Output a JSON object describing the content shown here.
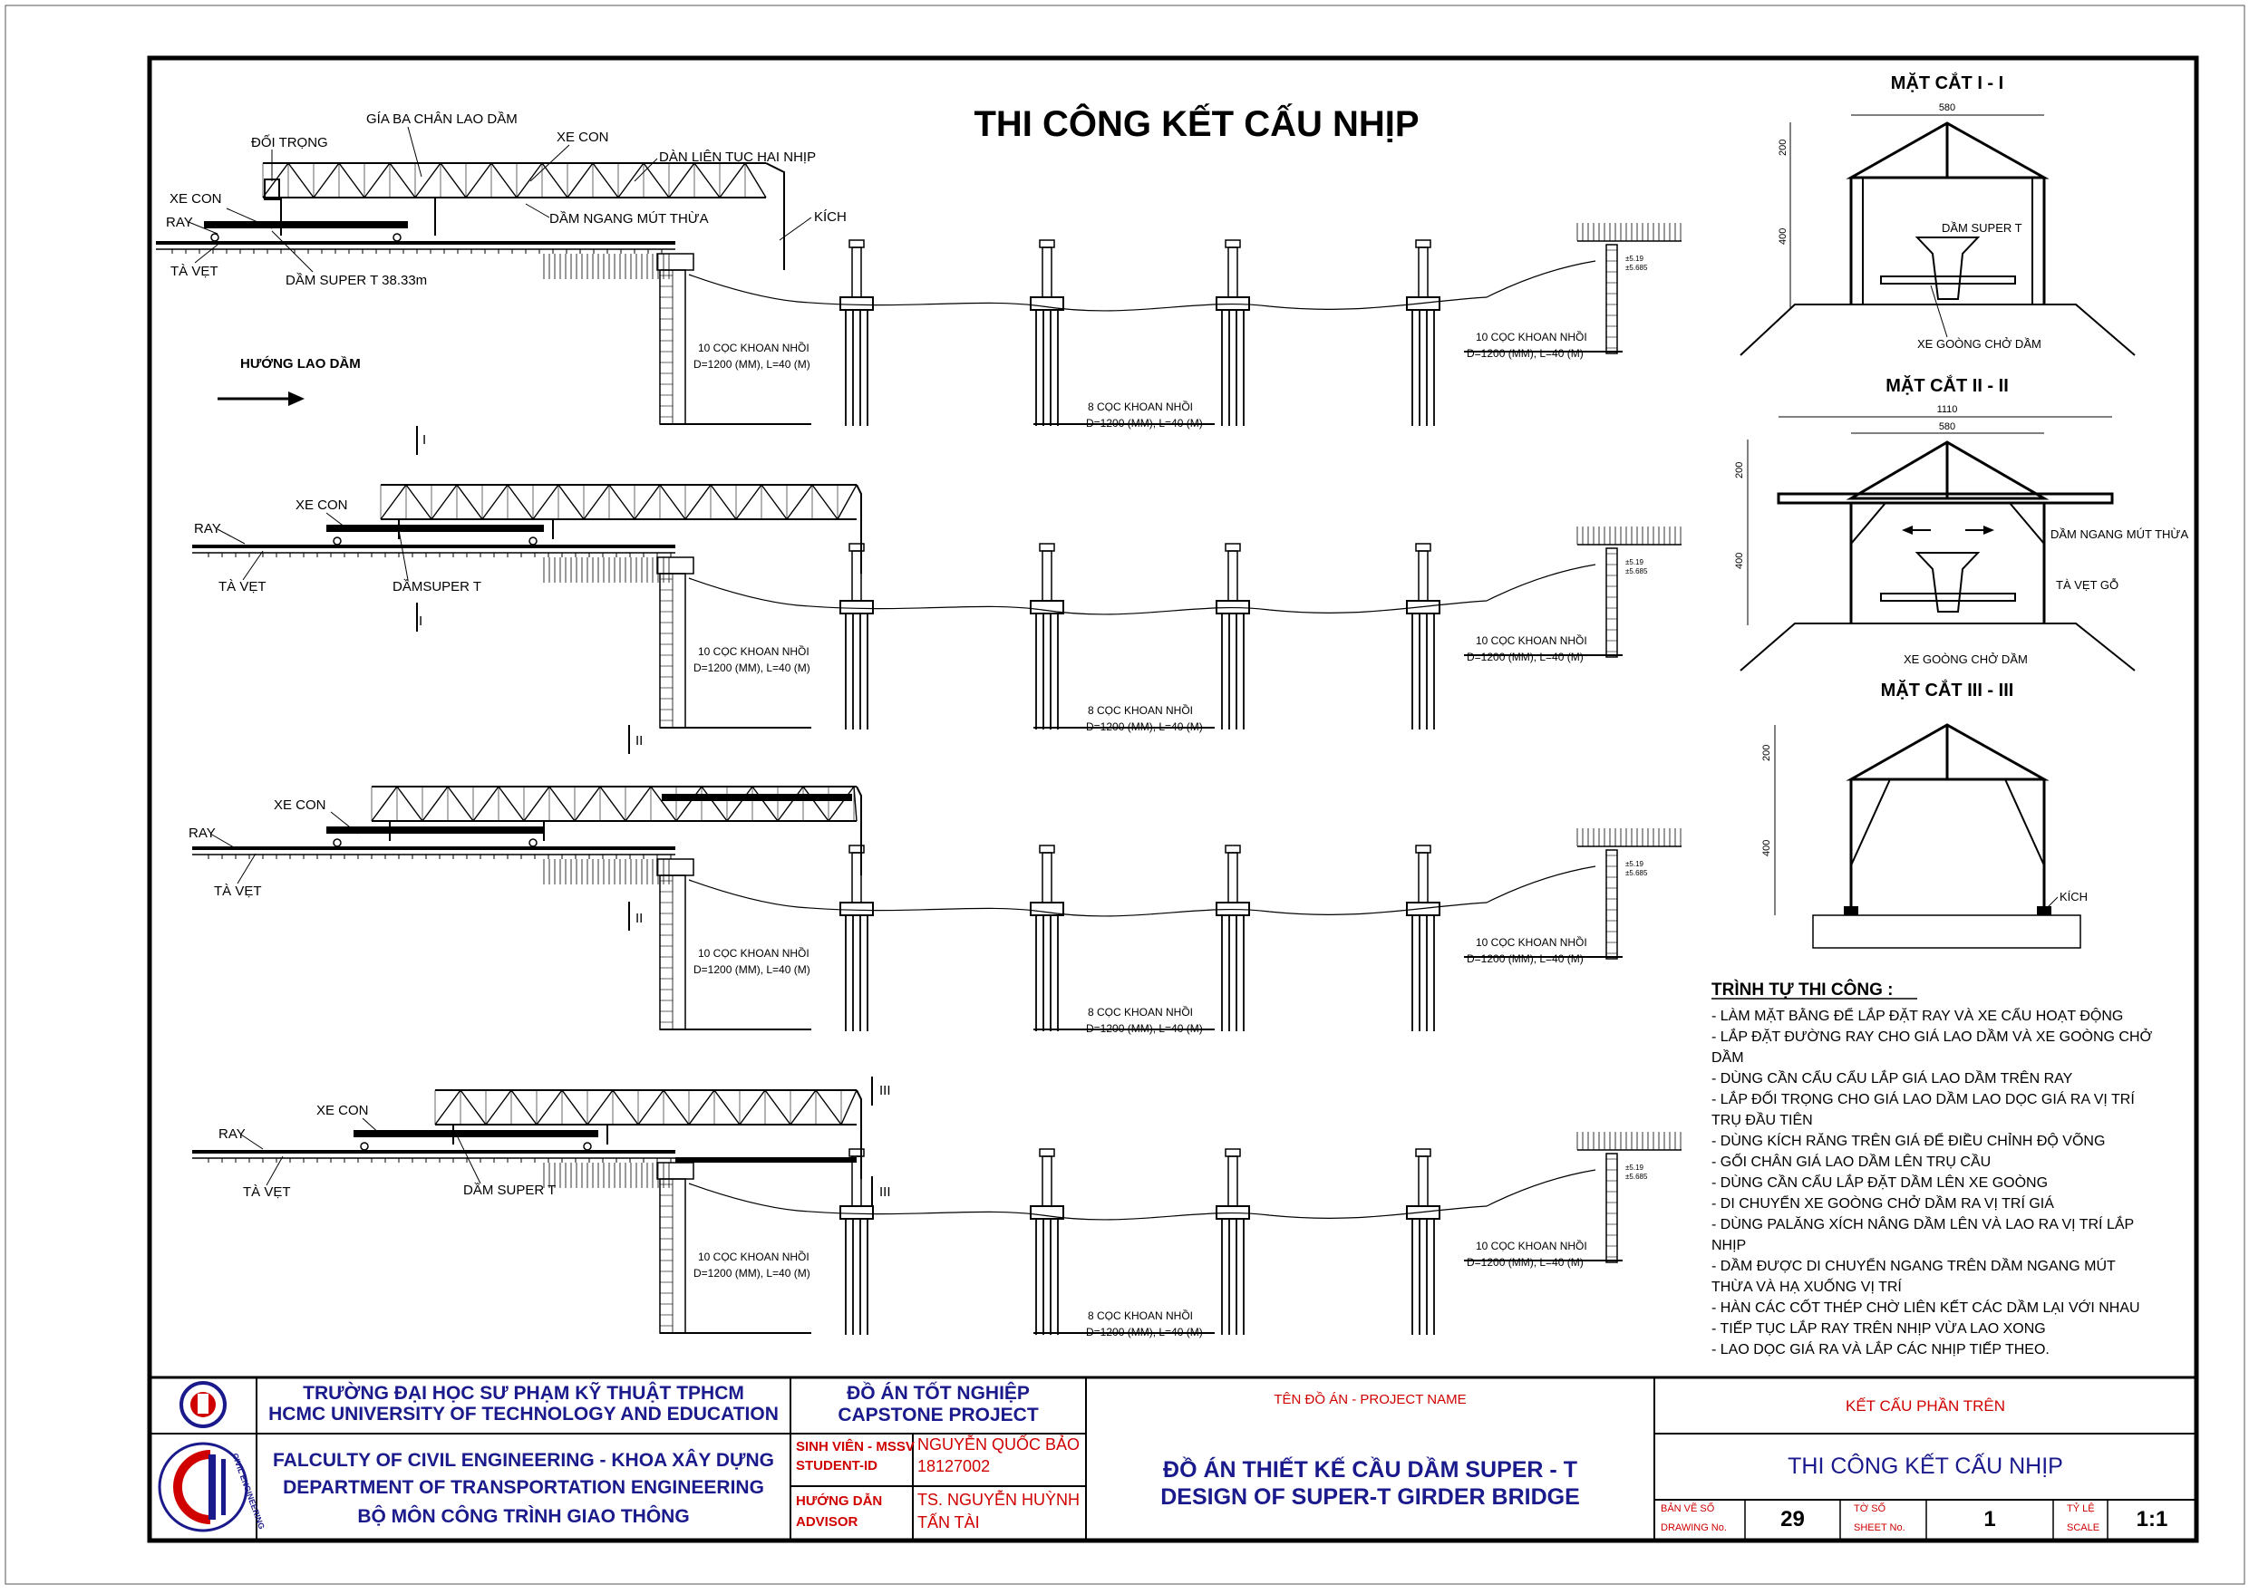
{
  "title": "THI CÔNG KẾT CẤU NHỊP",
  "direction_label": "HƯỚNG LAO DẦM",
  "stage1_labels": {
    "counterweight": "ĐỐI TRỌNG",
    "gantry": "GÍA BA CHÂN LAO DẦM",
    "trolley_top": "XE CON",
    "truss": "DÀN LIÊN TỤC HAI NHỊP",
    "trolley_left": "XE CON",
    "rail": "RAY",
    "cross_beam": "DẦM NGANG MÚT THỪA",
    "jack": "KÍCH",
    "sleeper": "TÀ VẸT",
    "girder": "DẦM SUPER T 38.33m"
  },
  "stage2_labels": {
    "trolley": "XE CON",
    "rail": "RAY",
    "sleeper": "TÀ VẸT",
    "girder": "DẦMSUPER T"
  },
  "stage3_labels": {
    "trolley": "XE CON",
    "rail": "RAY",
    "sleeper": "TÀ VẸT"
  },
  "stage4_labels": {
    "trolley": "XE CON",
    "rail": "RAY",
    "sleeper": "TÀ VẸT",
    "girder": "DẦM SUPER T"
  },
  "pile_labels": {
    "abut_title": "10 CỌC KHOAN NHỒI",
    "pier_title": "8 CỌC KHOAN NHỒI",
    "spec": "D=1200 (MM), L=40 (M)"
  },
  "elev_labels": {
    "e1": "±5.19",
    "e2": "±5.685"
  },
  "section_marks": {
    "one": "I",
    "two": "II",
    "three": "III"
  },
  "section1": {
    "title": "MẶT CẮT I - I",
    "dim_top": "580",
    "dim_h1": "200",
    "dim_h2": "400",
    "label_girder": "DẦM SUPER T",
    "label_cart": "XE GOÒNG CHỞ DẦM"
  },
  "section2": {
    "title": "MẶT CẮT II - II",
    "dim_top": "1110",
    "dim_mid": "580",
    "dim_h1": "200",
    "dim_h2": "400",
    "label_beam": "DẦM NGANG MÚT THỪA",
    "label_sleeper": "TÀ VẸT GỖ",
    "label_cart": "XE GOÒNG CHỞ DẦM"
  },
  "section3": {
    "title": "MẶT CẮT III - III",
    "dim_h1": "200",
    "dim_h2": "400",
    "label_jack": "KÍCH"
  },
  "procedure": {
    "title": "TRÌNH TỰ THI CÔNG :",
    "lines": [
      "- LÀM MẶT BẰNG ĐỂ LẮP ĐẶT RAY VÀ XE CẨU HOẠT ĐỘNG",
      "- LẮP ĐẶT ĐƯỜNG RAY CHO GIÁ LAO DẦM VÀ XE GOÒNG CHỞ",
      "DẦM",
      "- DÙNG CẦN CẨU CẨU LẮP GIÁ LAO DẦM TRÊN RAY",
      "- LẮP ĐỐI TRỌNG CHO GIÁ LAO DẦM LAO DỌC GIÁ RA VỊ TRÍ",
      "TRỤ ĐẦU TIÊN",
      "- DÙNG KÍCH RĂNG TRÊN GIÁ ĐỂ ĐIỀU CHỈNH ĐỘ VÕNG",
      "- GỐI CHÂN GIÁ LAO DẦM LÊN TRỤ CẦU",
      "- DÙNG CẦN CẨU LẮP ĐẶT DẦM LÊN XE GOÒNG",
      "- DI CHUYỂN XE GOÒNG CHỞ DẦM RA VỊ TRÍ GIÁ",
      "- DÙNG PALĂNG XÍCH NÂNG DẦM LÊN VÀ LAO RA VỊ TRÍ LẮP",
      "NHỊP",
      "- DẦM ĐƯỢC DI CHUYỂN NGANG TRÊN DẦM NGANG MÚT",
      "THỪA VÀ HẠ XUỐNG VỊ TRÍ",
      "- HÀN CÁC CỐT THÉP CHỜ LIÊN KẾT CÁC DẦM LẠI VỚI NHAU",
      "- TIẾP TỤC LẮP RAY TRÊN NHỊP VỪA LAO XONG",
      "- LAO DỌC GIÁ RA VÀ LẮP CÁC NHỊP TIẾP THEO."
    ]
  },
  "titleblock": {
    "logo_text": "CIVIL ENGINEERING",
    "uni_vn": "TRƯỜNG ĐẠI HỌC SƯ PHẠM KỸ THUẬT TPHCM",
    "uni_en": "HCMC UNIVERSITY OF TECHNOLOGY AND EDUCATION",
    "faculty": "FALCULTY OF CIVIL ENGINEERING - KHOA XÂY DỰNG",
    "dept": "DEPARTMENT OF TRANSPORTATION ENGINEERING",
    "div": "BỘ MÔN CÔNG TRÌNH GIAO THÔNG",
    "project_vn": "ĐỒ ÁN TỐT NGHIỆP",
    "project_en": "CAPSTONE PROJECT",
    "student_label1": "SINH VIÊN - MSSV",
    "student_label2": "STUDENT-ID",
    "student_name": "NGUYỄN QUỐC BẢO",
    "student_id": "18127002",
    "advisor_label1": "HƯỚNG DẪN",
    "advisor_label2": "ADVISOR",
    "advisor_name1": "TS. NGUYỄN HUỲNH",
    "advisor_name2": "TẤN TÀI",
    "project_name_label": "TÊN ĐỒ ÁN - PROJECT NAME",
    "project_name_vn": "ĐỒ ÁN THIẾT KẾ CẦU DẦM SUPER - T",
    "project_name_en": "DESIGN OF SUPER-T GIRDER BRIDGE",
    "part": "KẾT CẤU PHẦN TRÊN",
    "drawing_title": "THI CÔNG KẾT CẤU NHỊP",
    "drawing_no_label1": "BẢN VẼ SỐ",
    "drawing_no_label2": "DRAWING No.",
    "drawing_no": "29",
    "sheet_label1": "TỜ SỐ",
    "sheet_label2": "SHEET No.",
    "sheet_no": "1",
    "scale_label1": "TỶ LỆ",
    "scale_label2": "SCALE",
    "scale": "1:1"
  }
}
